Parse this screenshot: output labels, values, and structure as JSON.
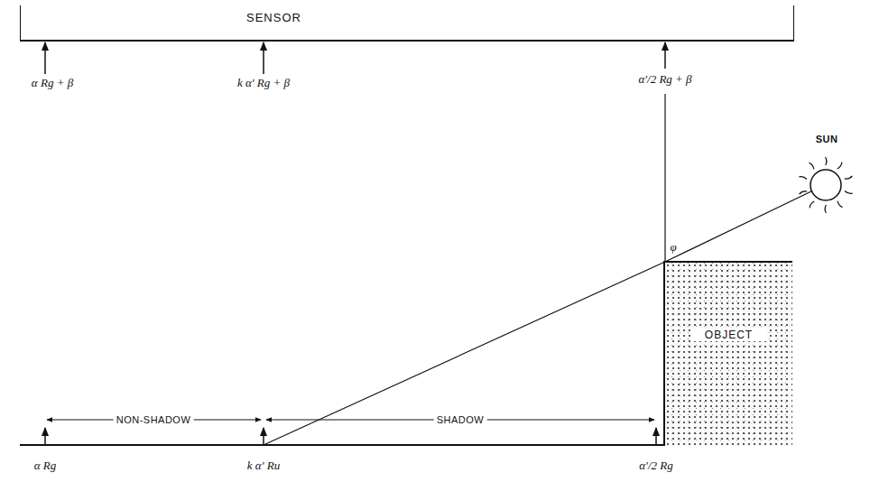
{
  "diagram": {
    "nodes": [
      {
        "text": [
          "SENSOR"
        ]
      },
      {
        "text": [
          "OBJECT"
        ]
      },
      {
        "text": [
          "SUN"
        ]
      }
    ],
    "labels": [
      "α Rg + β",
      "k α' Rg + β",
      "α'/2 Rg + β",
      "φ",
      "NON-SHADOW",
      "SHADOW",
      "α Rg",
      "k α' Ru",
      "α'/2 Rg"
    ]
  }
}
